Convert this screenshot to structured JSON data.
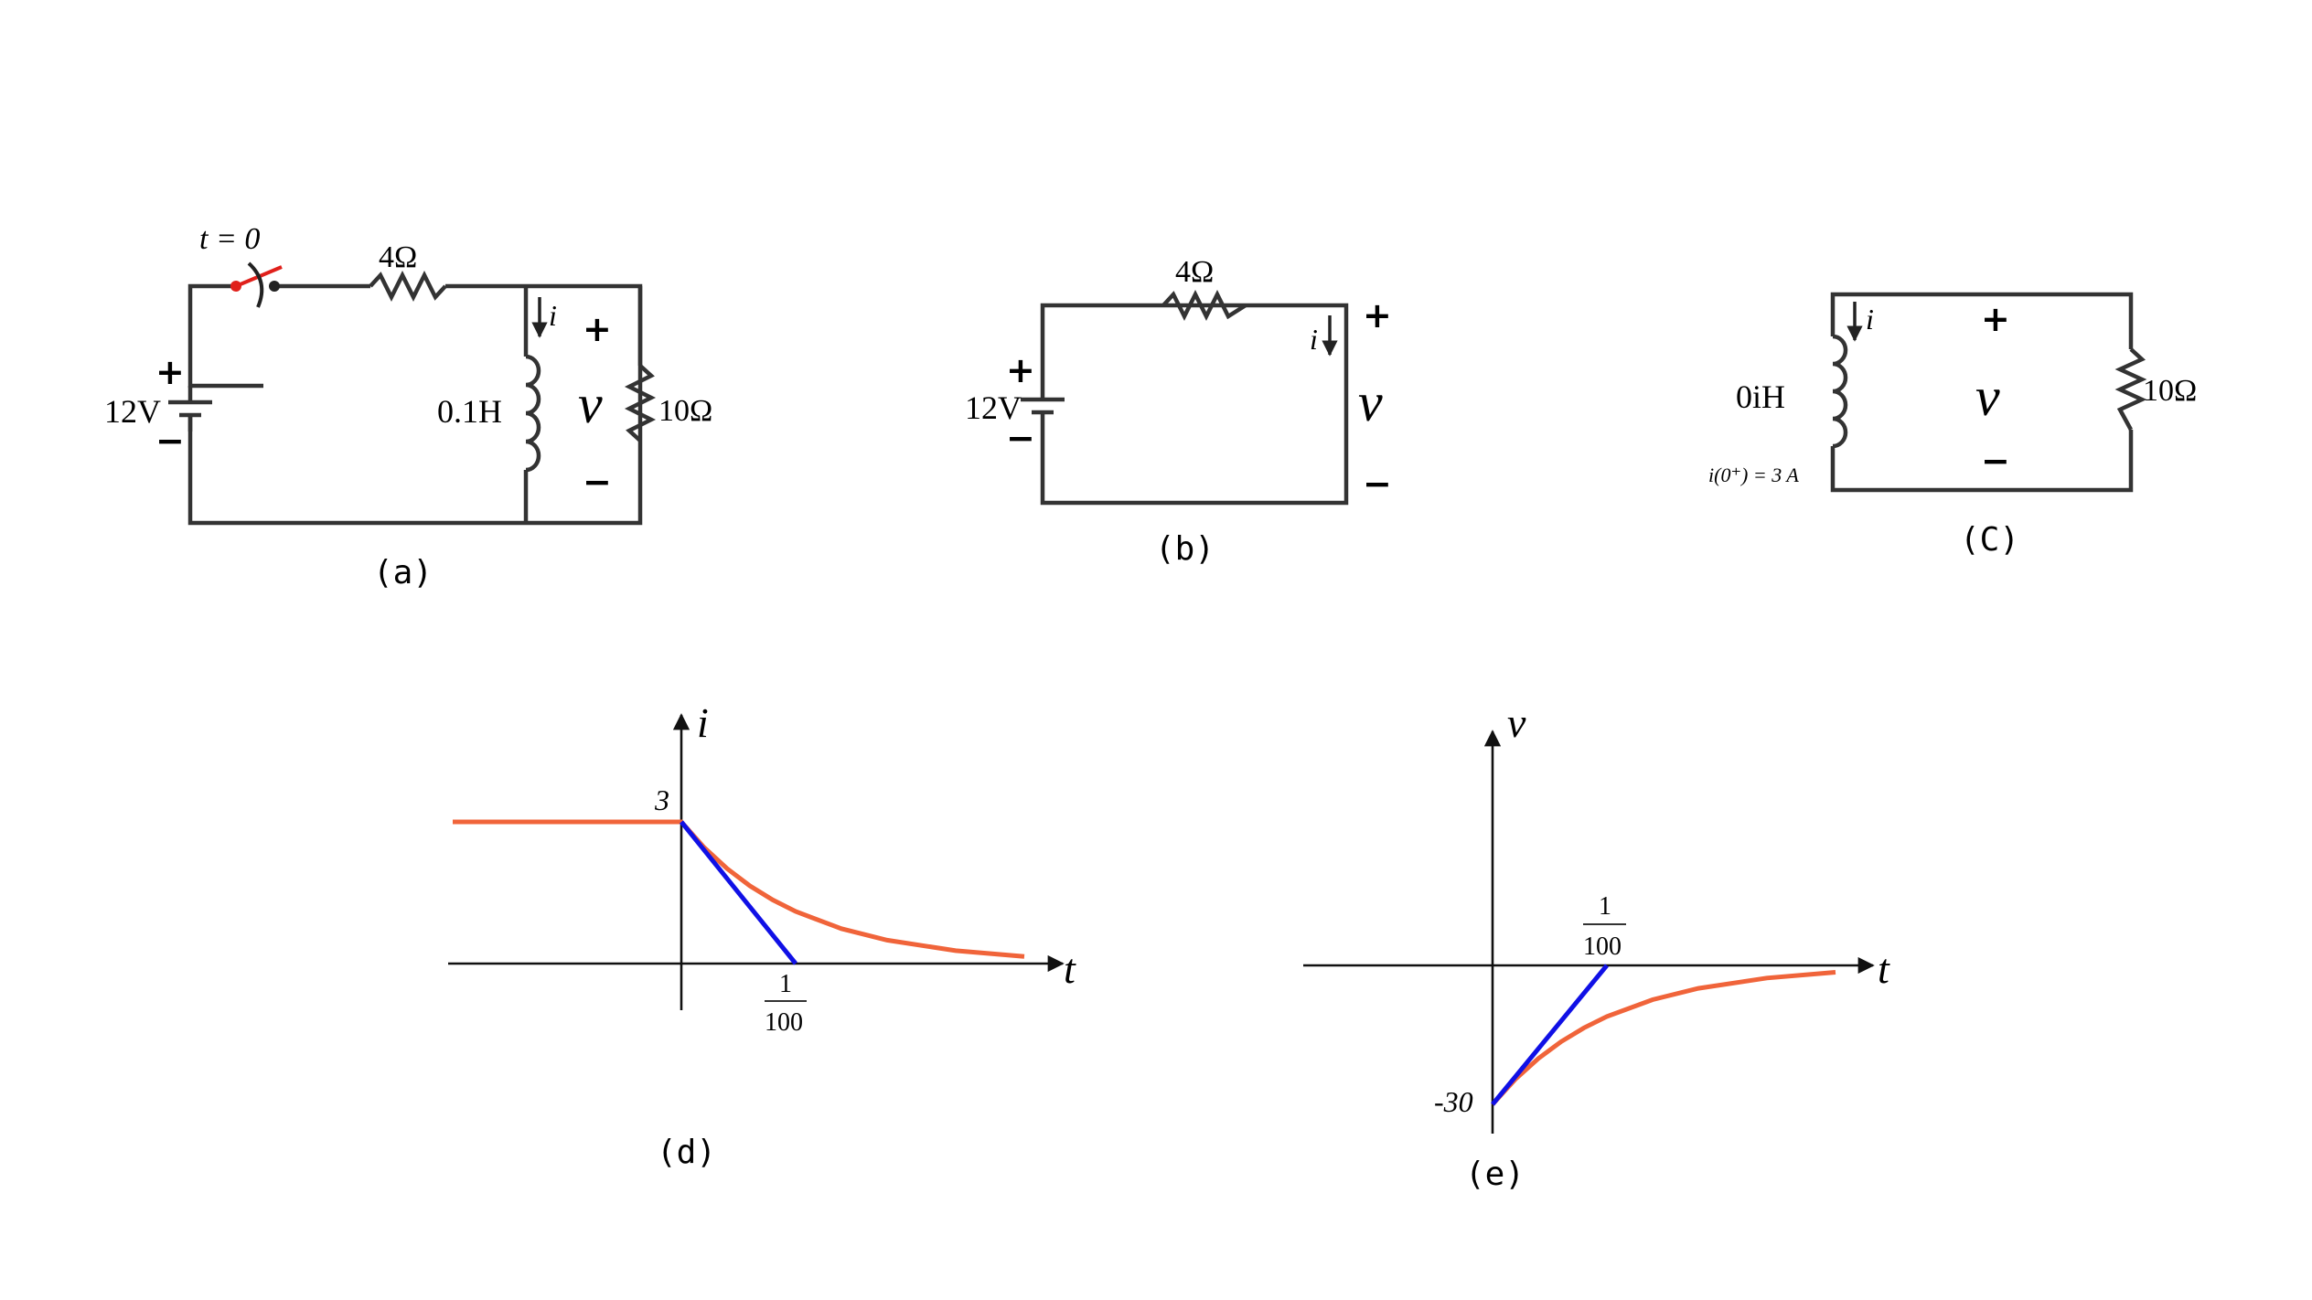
{
  "colors": {
    "wire": "#333333",
    "switch": "#e0201b",
    "decay_curve": "#f0643a",
    "tangent_line": "#1010e6",
    "axis": "#111111"
  },
  "circuit_a": {
    "caption": "(a)",
    "switch_label": "t = 0",
    "resistor_series": "4Ω",
    "source_label": "12V",
    "inductor_label": "0.1H",
    "current_label": "i",
    "voltage_label": "v",
    "resistor_load": "10Ω",
    "plus": "+",
    "minus": "−"
  },
  "circuit_b": {
    "caption": "(b)",
    "resistor_series": "4Ω",
    "source_label": "12V",
    "current_label": "i",
    "voltage_label": "v",
    "plus": "+",
    "minus": "−"
  },
  "circuit_c": {
    "caption": "(C)",
    "inductor_label": "0iH",
    "initial_condition": "i(0⁺) = 3 A",
    "current_label": "i",
    "voltage_label": "v",
    "resistor_load": "10Ω",
    "plus": "+",
    "minus": "−"
  },
  "graph_d": {
    "caption": "(d)",
    "y_axis_label": "i",
    "x_axis_label": "t",
    "y_tick_label": "3",
    "x_tick_numerator": "1",
    "x_tick_denominator": "100"
  },
  "graph_e": {
    "caption": "(e)",
    "y_axis_label": "v",
    "x_axis_label": "t",
    "y_tick_label": "-30",
    "x_tick_numerator": "1",
    "x_tick_denominator": "100"
  },
  "chart_data": [
    {
      "type": "line",
      "xlabel": "t",
      "ylabel": "i",
      "series": [
        {
          "points": [
            [
              -0.02,
              3
            ],
            [
              0,
              3
            ],
            [
              0.002,
              2.456
            ],
            [
              0.004,
              2.011
            ],
            [
              0.006,
              1.646
            ],
            [
              0.008,
              1.348
            ],
            [
              0.01,
              1.104
            ],
            [
              0.014,
              0.74
            ],
            [
              0.018,
              0.496
            ],
            [
              0.024,
              0.272
            ],
            [
              0.03,
              0.149
            ]
          ]
        },
        {
          "points": [
            [
              0,
              3
            ],
            [
              0.01,
              0
            ]
          ]
        }
      ],
      "annotations": [
        "3",
        "1/100"
      ]
    },
    {
      "type": "line",
      "xlabel": "t",
      "ylabel": "v",
      "series": [
        {
          "points": [
            [
              0,
              -30
            ],
            [
              0.002,
              -24.56
            ],
            [
              0.004,
              -20.11
            ],
            [
              0.006,
              -16.46
            ],
            [
              0.008,
              -13.48
            ],
            [
              0.01,
              -11.04
            ],
            [
              0.014,
              -7.4
            ],
            [
              0.018,
              -4.96
            ],
            [
              0.024,
              -2.72
            ],
            [
              0.03,
              -1.49
            ]
          ]
        },
        {
          "points": [
            [
              0,
              -30
            ],
            [
              0.01,
              0
            ]
          ]
        }
      ],
      "annotations": [
        "-30",
        "1/100"
      ]
    }
  ]
}
